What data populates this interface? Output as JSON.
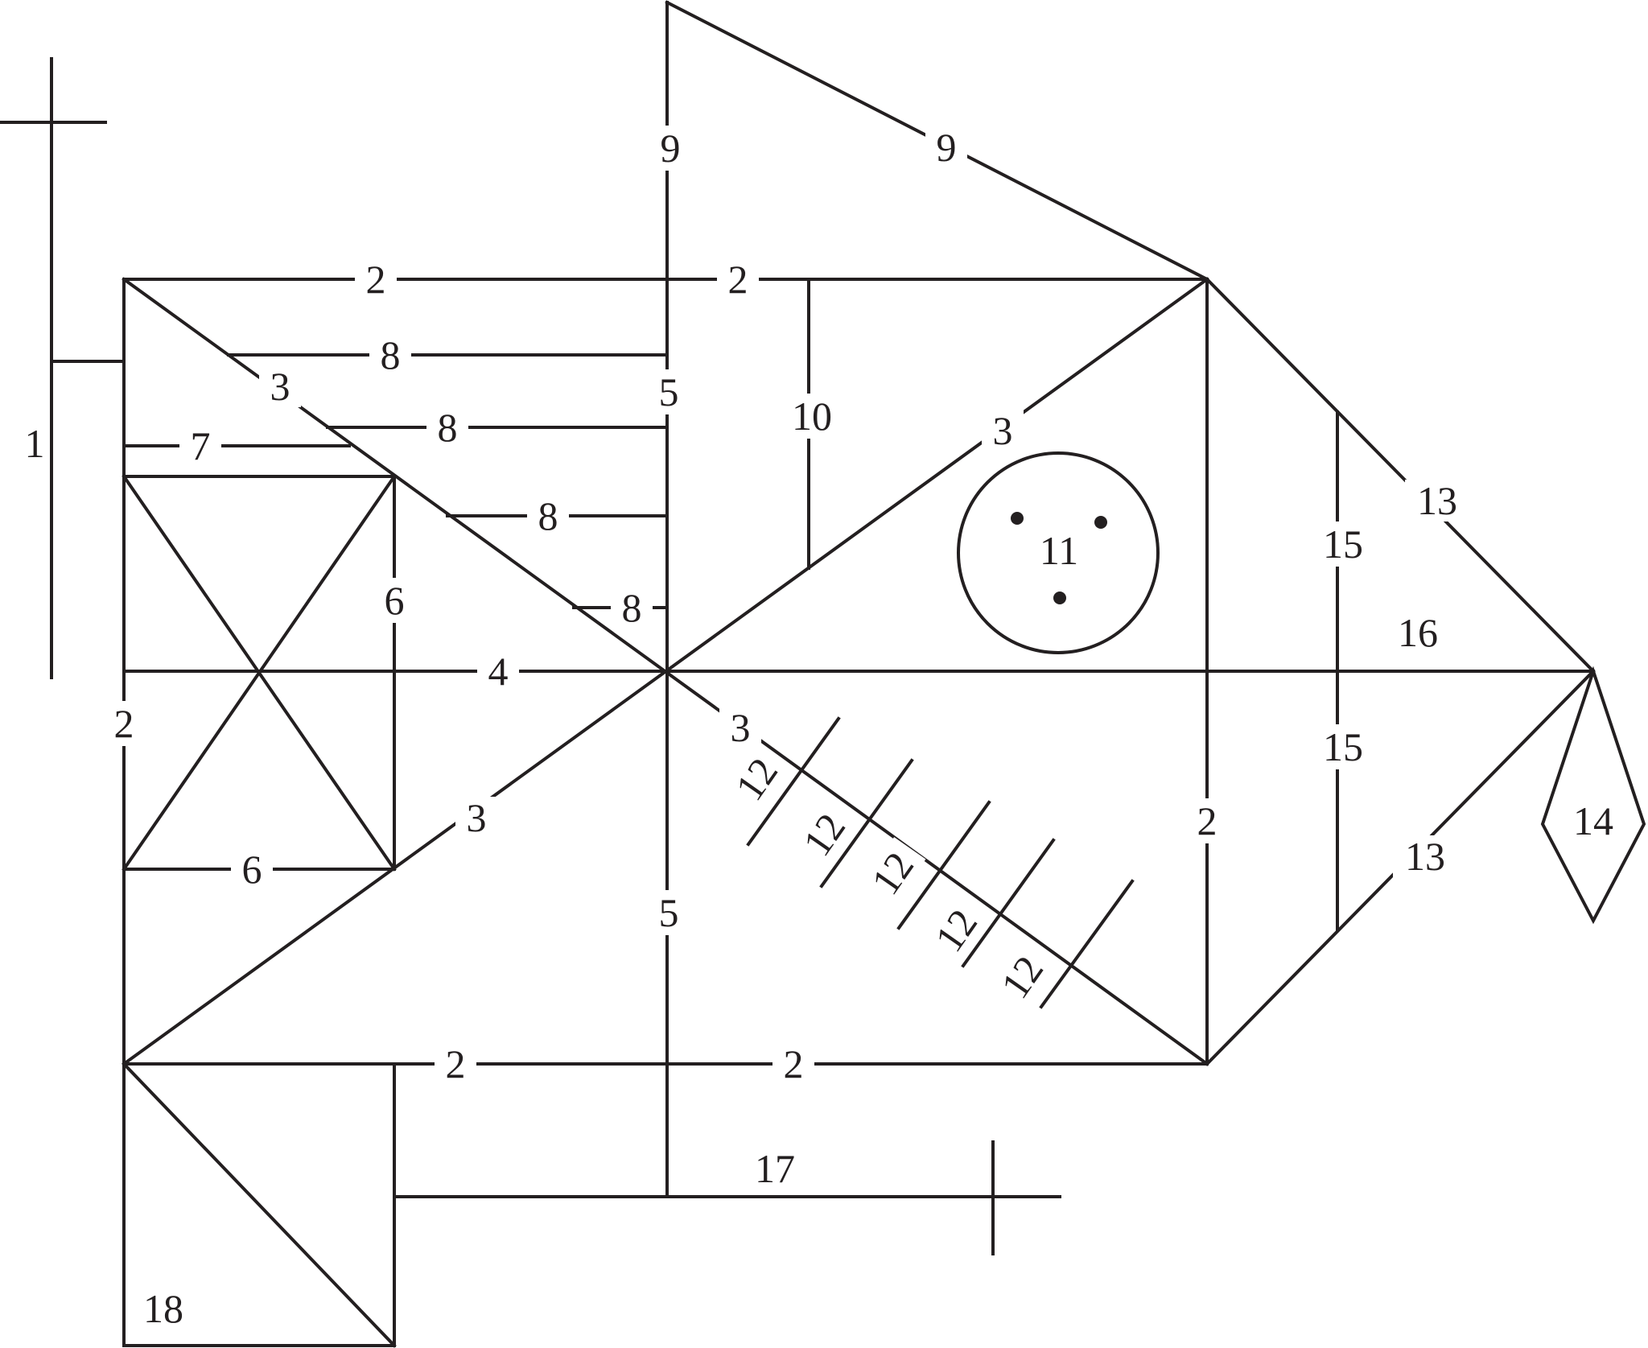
{
  "figure": {
    "stroke_color": "#231f20",
    "background": "#ffffff",
    "labels": {
      "l1": "1",
      "l2": "2",
      "l3": "3",
      "l4": "4",
      "l5": "5",
      "l6": "6",
      "l7": "7",
      "l8": "8",
      "l9": "9",
      "l10": "10",
      "l11": "11",
      "l12": "12",
      "l13": "13",
      "l14": "14",
      "l15": "15",
      "l16": "16",
      "l17": "17",
      "l18": "18"
    }
  }
}
